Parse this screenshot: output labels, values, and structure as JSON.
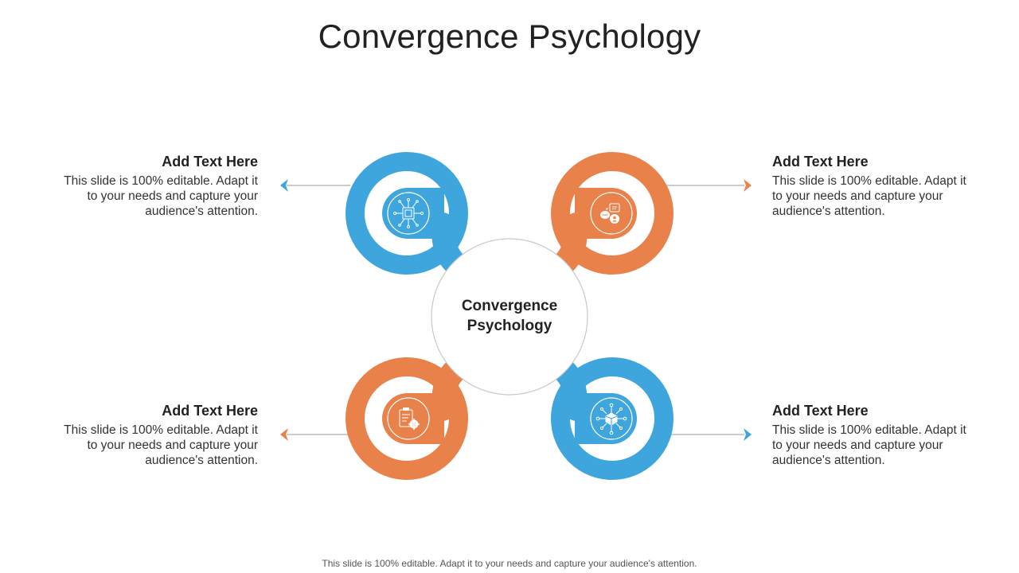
{
  "title": "Convergence Psychology",
  "center_label": "Convergence Psychology",
  "colors": {
    "blue": "#3ea6dc",
    "orange": "#e8814a"
  },
  "items": [
    {
      "heading": "Add Text Here",
      "body": "This slide is 100% editable. Adapt it to your needs and capture your audience's attention.",
      "icon": "circuit-chip-icon",
      "color": "blue"
    },
    {
      "heading": "Add Text Here",
      "body": "This slide is 100% editable. Adapt it to your needs and capture your audience's attention.",
      "icon": "chat-user-icon",
      "color": "orange"
    },
    {
      "heading": "Add Text Here",
      "body": "This slide is 100% editable. Adapt it to your needs and capture your audience's attention.",
      "icon": "clipboard-gear-icon",
      "color": "orange"
    },
    {
      "heading": "Add Text Here",
      "body": "This slide is 100% editable. Adapt it to your needs and capture your audience's attention.",
      "icon": "network-cube-icon",
      "color": "blue"
    }
  ],
  "footer": "This slide is 100% editable. Adapt it to your needs and capture your audience's attention."
}
